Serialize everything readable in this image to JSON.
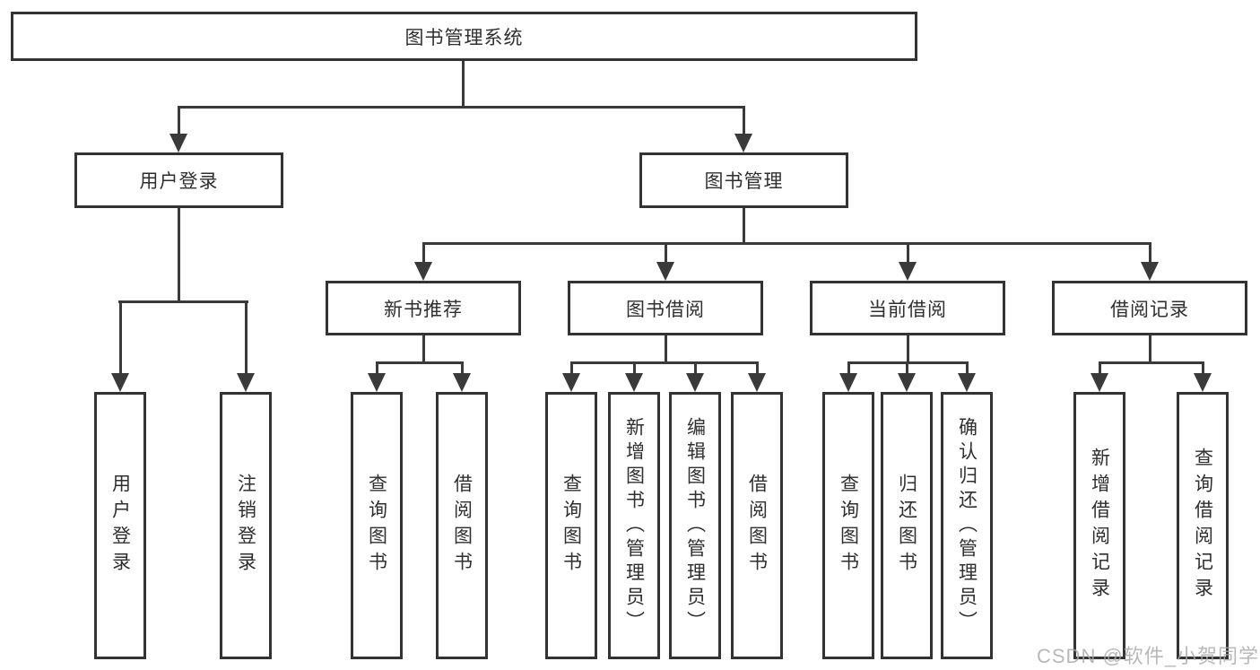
{
  "diagram": {
    "type": "hierarchy-tree",
    "direction": "top-down",
    "tree": {
      "label": "图书管理系统",
      "children": [
        {
          "label": "用户登录",
          "children": [
            {
              "label": "用户登录"
            },
            {
              "label": "注销登录"
            }
          ]
        },
        {
          "label": "图书管理",
          "children": [
            {
              "label": "新书推荐",
              "children": [
                {
                  "label": "查询图书"
                },
                {
                  "label": "借阅图书"
                }
              ]
            },
            {
              "label": "图书借阅",
              "children": [
                {
                  "label": "查询图书"
                },
                {
                  "label": "新增图书（管理员）"
                },
                {
                  "label": "编辑图书（管理员）"
                },
                {
                  "label": "借阅图书"
                }
              ]
            },
            {
              "label": "当前借阅",
              "children": [
                {
                  "label": "查询图书"
                },
                {
                  "label": "归还图书"
                },
                {
                  "label": "确认归还（管理员）"
                }
              ]
            },
            {
              "label": "借阅记录",
              "children": [
                {
                  "label": "新增借阅记录"
                },
                {
                  "label": "查询借阅记录"
                }
              ]
            }
          ]
        }
      ]
    },
    "colors": {
      "line": "#3a3a3a",
      "box_border": "#333333",
      "text": "#2f2f2f",
      "background": "#ffffff",
      "watermark_text_color": "#a8a8a8"
    }
  },
  "watermark": {
    "text": "CSDN @软件_小贺同学"
  }
}
